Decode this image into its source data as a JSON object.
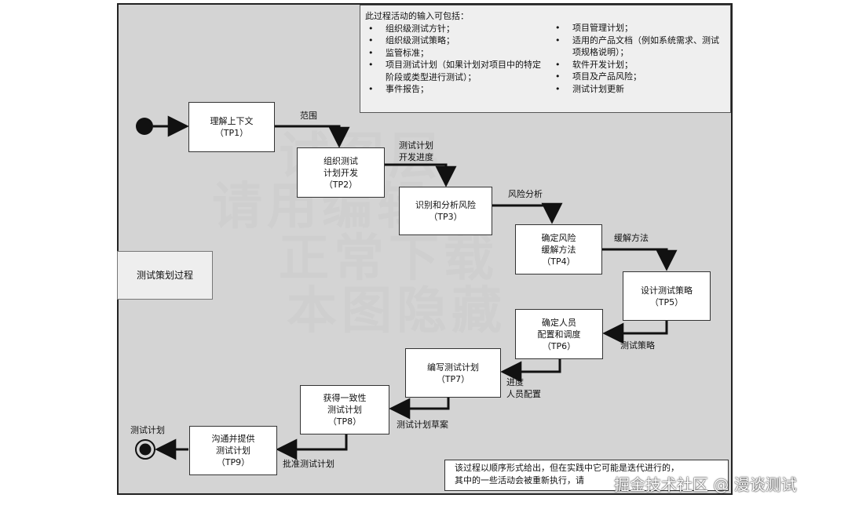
{
  "inputs": {
    "title": "此过程活动的输入可包括：",
    "left_items": [
      "组织级测试方针；",
      "组织级测试策略；",
      "监管标准；",
      "项目测试计划（如果计划对项目中的特定阶段或类型进行测试）；",
      "事件报告；"
    ],
    "right_items": [
      "项目管理计划；",
      "适用的产品文档（例如系统需求、测试项规格说明）；",
      "软件开发计划；",
      "项目及产品风险；",
      "测试计划更新"
    ]
  },
  "process_label": "测试策划过程",
  "watermark_lines": [
    "试图层",
    "请用编辑",
    "正常下载",
    "本图隐藏"
  ],
  "steps": [
    {
      "name": "理解上下文",
      "code": "（TP1）"
    },
    {
      "name": "组织测试\n计划开发",
      "code": "（TP2）"
    },
    {
      "name": "识别和分析风险",
      "code": "（TP3）"
    },
    {
      "name": "确定风险\n缓解方法",
      "code": "（TP4）"
    },
    {
      "name": "设计测试策略",
      "code": "（TP5）"
    },
    {
      "name": "确定人员\n配置和调度",
      "code": "（TP6）"
    },
    {
      "name": "编写测试计划",
      "code": "（TP7）"
    },
    {
      "name": "获得一致性\n测试计划",
      "code": "（TP8）"
    },
    {
      "name": "沟通并提供\n测试计划",
      "code": "（TP9）"
    }
  ],
  "flow_labels": {
    "scope": "范围",
    "schedule": "测试计划\n开发进度",
    "risk_analysis": "风险分析",
    "mitigation": "缓解方法",
    "strategy": "测试策略",
    "staffing": "进度\n人员配置",
    "draft": "测试计划草案",
    "approved": "批准测试计划",
    "end": "测试计划"
  },
  "note": {
    "line1": "该过程以顺序形式给出，但在实践中它可能是迭代进行的，",
    "line2": "其中的一些活动会被重新执行，请"
  },
  "footer_watermark": "掘金技术社区 @ 漫谈测试"
}
